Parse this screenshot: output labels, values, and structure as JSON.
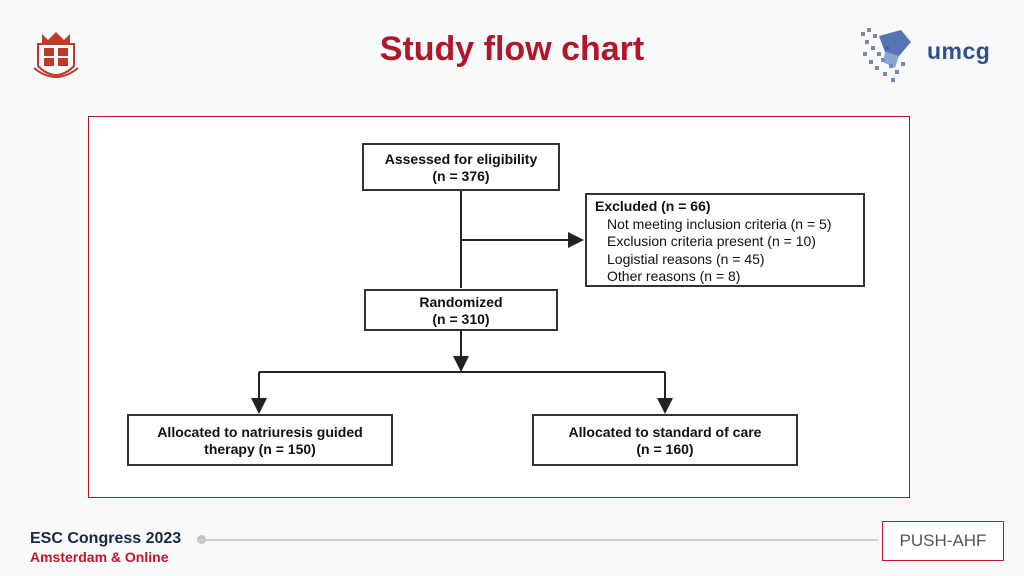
{
  "header": {
    "title": "Study flow chart"
  },
  "logos": {
    "right_text": "umcg"
  },
  "flowchart": {
    "assessed": {
      "line1": "Assessed for eligibility",
      "line2": "(n = 376)"
    },
    "excluded": {
      "head": "Excluded (n = 66)",
      "items": [
        "Not meeting inclusion criteria (n = 5)",
        "Exclusion criteria present (n = 10)",
        "Logistial reasons (n = 45)",
        "Other reasons (n = 8)"
      ]
    },
    "randomized": {
      "line1": "Randomized",
      "line2": "(n = 310)"
    },
    "arm_left": {
      "line1": "Allocated to natriuresis guided",
      "line2": "therapy (n = 150)"
    },
    "arm_right": {
      "line1": "Allocated to standard of care",
      "line2": "(n = 160)"
    }
  },
  "footer": {
    "congress": "ESC Congress 2023",
    "location": "Amsterdam & Online",
    "study_tag": "PUSH-AHF"
  },
  "colors": {
    "accent": "#b0182a",
    "umcg_blue": "#2f4f8f"
  }
}
